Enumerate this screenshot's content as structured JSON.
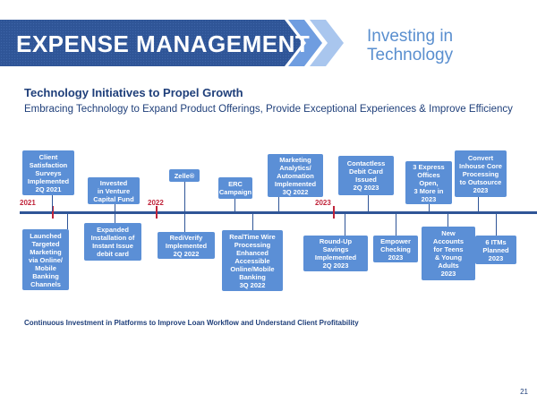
{
  "header": {
    "title": "EXPENSE MANAGEMENT",
    "subtitle_line1": "Investing in",
    "subtitle_line2": "Technology"
  },
  "section": {
    "heading": "Technology Initiatives to Propel Growth",
    "subheading": "Embracing Technology to Expand Product Offerings, Provide Exceptional Experiences & Improve Efficiency"
  },
  "timeline": {
    "years": [
      "2021",
      "2022",
      "2023"
    ],
    "above": [
      "Client\nSatisfaction\nSurveys\nImplemented\n2Q 2021",
      "Invested\nin Venture\nCapital Fund",
      "Zelle®",
      "ERC\nCampaign",
      "Marketing\nAnalytics/\nAutomation\nImplemented\n3Q 2022",
      "Contactless\nDebit Card\nIssued\n2Q 2023",
      "3 Express\nOffices\nOpen,\n3 More in\n2023",
      "Convert\nInhouse Core\nProcessing\nto Outsource\n2023"
    ],
    "below": [
      "Launched\nTargeted\nMarketing\nvia Online/\nMobile\nBanking\nChannels",
      "Expanded\nInstallation of\nInstant Issue\ndebit card",
      "RediVerify\nImplemented\n2Q 2022",
      "RealTime Wire\nProcessing\nEnhanced\nAccessible\nOnline/Mobile\nBanking\n3Q 2022",
      "Round-Up\nSavings\nImplemented\n2Q 2023",
      "Empower\nChecking\n2023",
      "New\nAccounts\nfor Teens\n& Young\nAdults\n2023",
      "6 ITMs\nPlanned\n2023"
    ]
  },
  "footer": {
    "note": "Continuous Investment in Platforms to Improve Loan Workflow and Understand Client Profitability",
    "page_number": "21"
  },
  "colors": {
    "banner": "#2f5597",
    "box": "#5b8fd6",
    "accent_red": "#c0243a",
    "navy_text": "#1f3f7a"
  }
}
